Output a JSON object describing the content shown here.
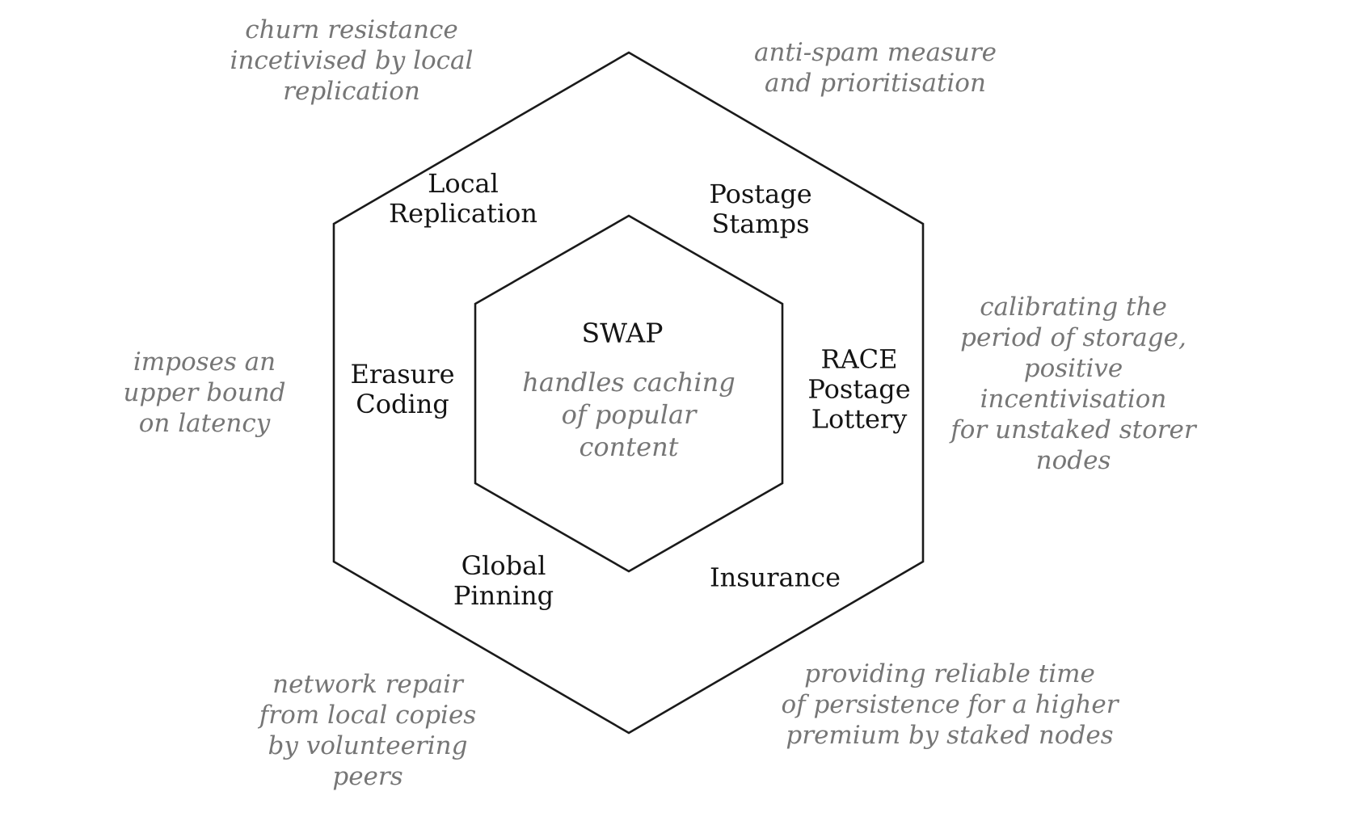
{
  "colors": {
    "line": "#1a1a1a",
    "label_text": "#141414",
    "annotation_text": "#767676",
    "background": "#ffffff"
  },
  "diagram": {
    "inner_hexagon": {
      "title": "SWAP",
      "subtitle": "handles caching\nof popular\ncontent"
    },
    "labels": {
      "local_replication": "Local\nReplication",
      "postage_stamps": "Postage\nStamps",
      "race_postage_lottery": "RACE\nPostage\nLottery",
      "insurance": "Insurance",
      "global_pinning": "Global\nPinning",
      "erasure_coding": "Erasure\nCoding"
    },
    "annotations": {
      "churn_resistance": "churn resistance\nincetivised by local\nreplication",
      "anti_spam": "anti-spam measure\nand prioritisation",
      "calibrating": "calibrating the\nperiod of storage,\npositive incentivisation\nfor unstaked storer\nnodes",
      "imposes": "imposes an\nupper bound\non latency",
      "network_repair": "network repair\nfrom local copies\nby volunteering\npeers",
      "providing": "providing reliable time\nof persistence for a higher\npremium by staked nodes"
    }
  }
}
